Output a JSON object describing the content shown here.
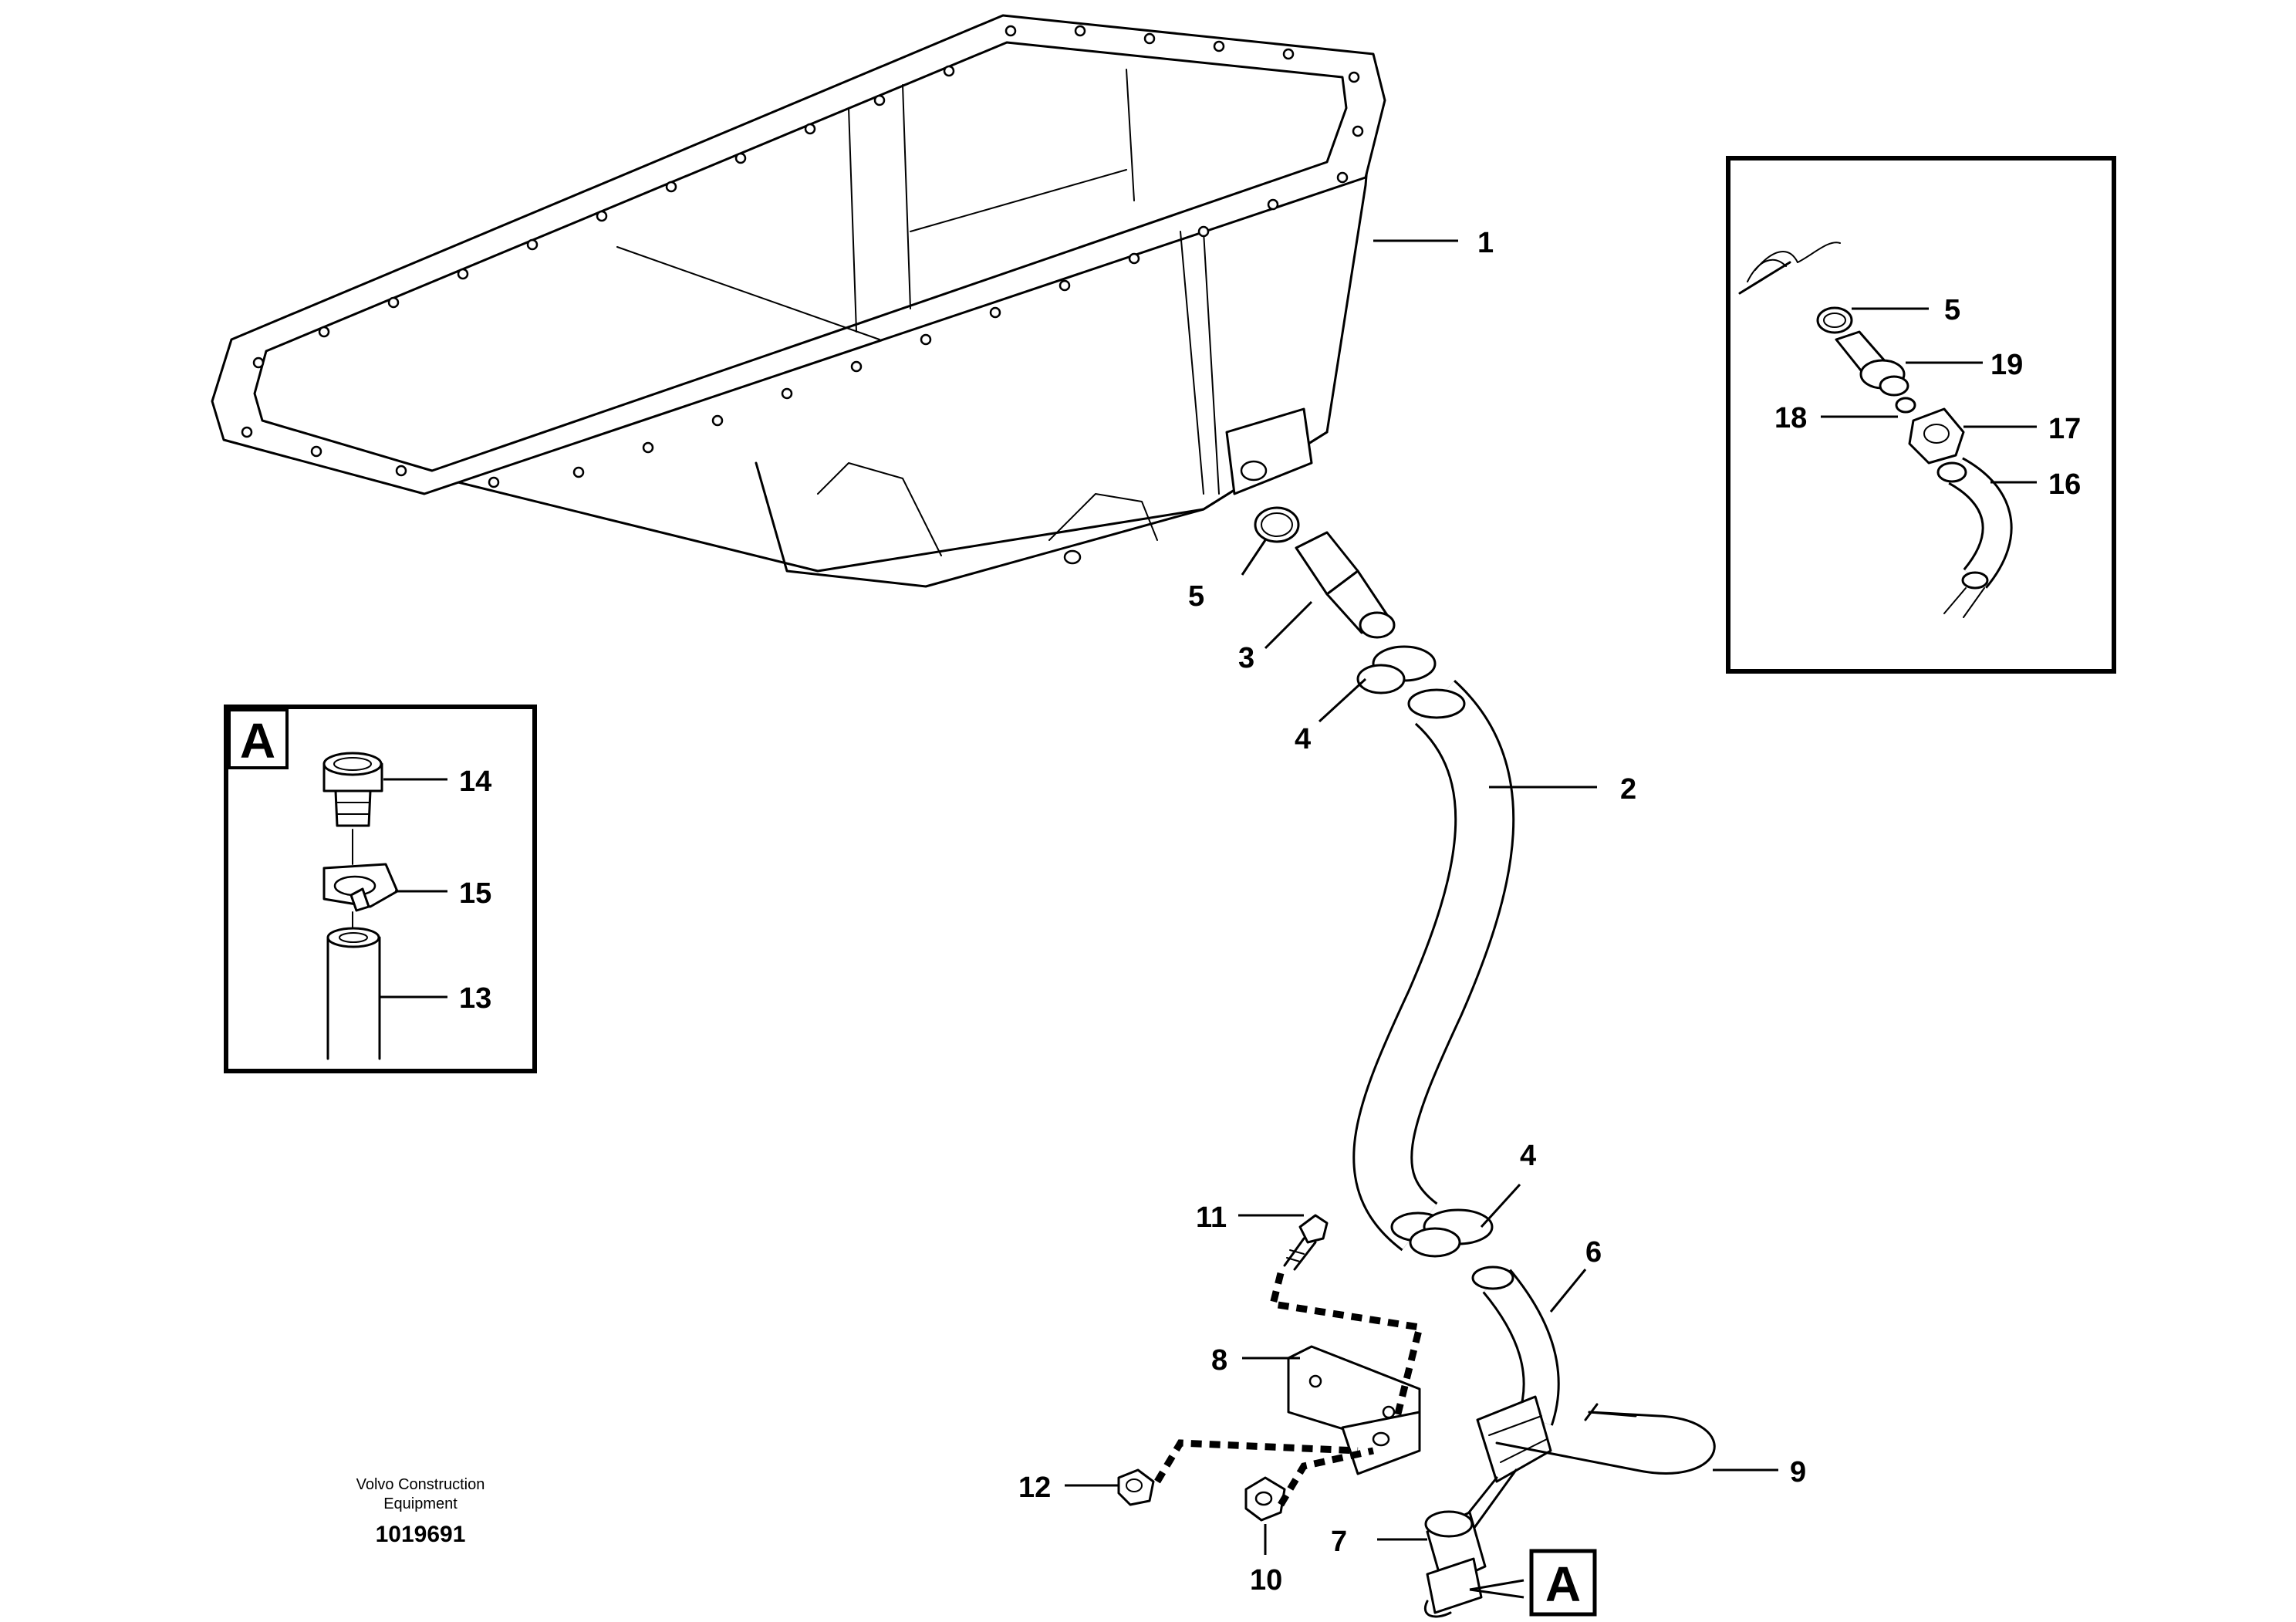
{
  "callouts": {
    "c1": "1",
    "c2": "2",
    "c3": "3",
    "c4a": "4",
    "c4b": "4",
    "c5": "5",
    "c6": "6",
    "c7": "7",
    "c8": "8",
    "c9": "9",
    "c10": "10",
    "c11": "11",
    "c12": "12",
    "inset_a_14": "14",
    "inset_a_15": "15",
    "inset_a_13": "13",
    "inset_b_5": "5",
    "inset_b_19": "19",
    "inset_b_18": "18",
    "inset_b_17": "17",
    "inset_b_16": "16"
  },
  "detail_label": "A",
  "detail_reference": "A",
  "footer": {
    "company_line1": "Volvo Construction",
    "company_line2": "Equipment",
    "drawing_number": "1019691"
  }
}
